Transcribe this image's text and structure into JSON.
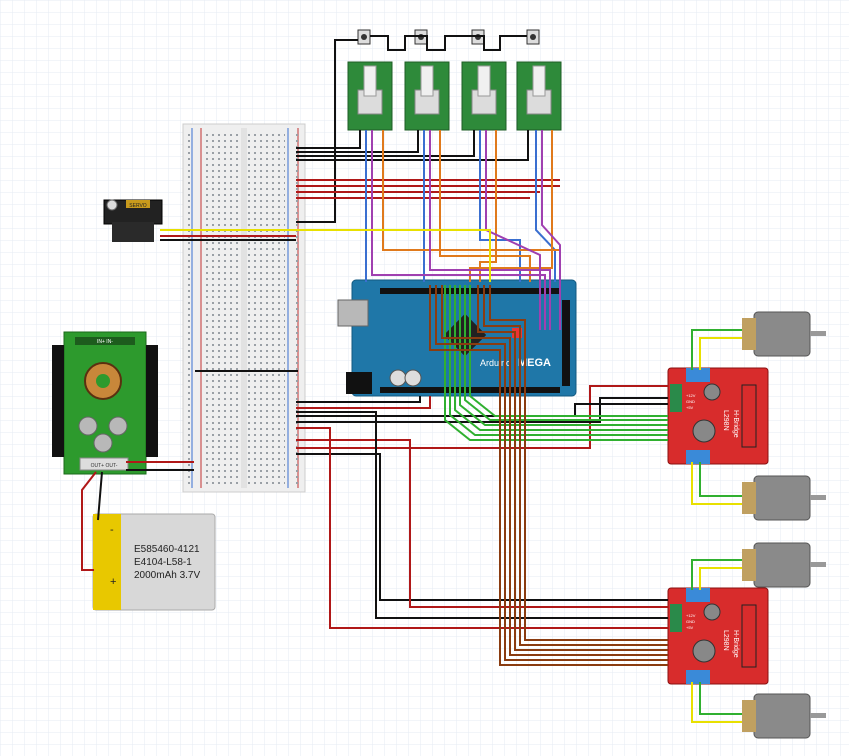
{
  "colors": {
    "wire_red": "#b01818",
    "wire_black": "#111111",
    "wire_blue": "#3a6fd0",
    "wire_orange": "#e07a1c",
    "wire_purple": "#a040b0",
    "wire_green": "#30b030",
    "wire_yellow": "#e8e000",
    "wire_brown": "#8a3c10",
    "arduino_board": "#1f77a8",
    "hbridge_board": "#d82c2c",
    "converter_board": "#2d9a2d",
    "encoder_board": "#2e8a3a",
    "battery_body": "#d8d8d8",
    "battery_stripe": "#e8c800",
    "motor_body": "#888888"
  },
  "battery": {
    "line1": "E585460-4121",
    "line2": "E4104-L58-1",
    "line3": "2000mAh 3.7V",
    "plus_sign": "+",
    "minus_sign": "-"
  },
  "arduino": {
    "brand": "Arduino",
    "model": "MEGA"
  },
  "servo": {
    "label": "SERVO"
  },
  "hbridges": [
    {
      "title": "H-Bridge",
      "model": "L298N",
      "pin1": "+12V",
      "pin2": "GND",
      "pin3": "+5V"
    },
    {
      "title": "H-Bridge",
      "model": "L298N",
      "pin1": "+12V",
      "pin2": "GND",
      "pin3": "+5V"
    }
  ],
  "converter": {
    "in_label": "IN+ IN-",
    "out_label": "OUT+ OUT-"
  }
}
